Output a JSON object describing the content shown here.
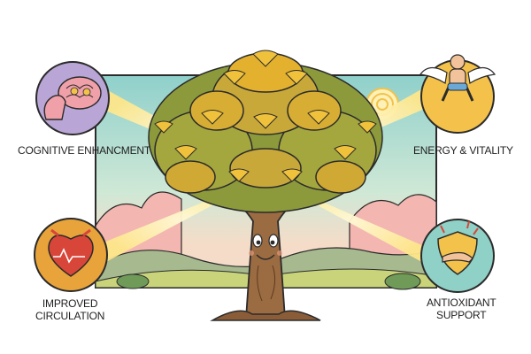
{
  "benefits": {
    "cognitive": {
      "label": "COGNITIVE ENHANCMENT",
      "icon": "brain-muscle-icon"
    },
    "energy": {
      "label": "ENERGY & VITALITY",
      "icon": "flying-figure-icon"
    },
    "circulation": {
      "label_line1": "IMPROVED",
      "label_line2": "CIRCULATION",
      "icon": "heart-icon"
    },
    "antioxidant": {
      "label_line1": "ANTIOXIDANT",
      "label_line2": "SUPPORT",
      "icon": "shield-hand-icon"
    }
  },
  "colors": {
    "sky": "#9fd6cf",
    "ray": "#fff2a8",
    "leaf": "#e3b12e",
    "leaf_dark": "#8c9a3c",
    "trunk": "#9b6b42",
    "badge_purple": "#b9a6d6",
    "badge_yellow": "#f4c24a",
    "badge_red": "#e8a33a",
    "badge_teal": "#8fd1c6"
  }
}
